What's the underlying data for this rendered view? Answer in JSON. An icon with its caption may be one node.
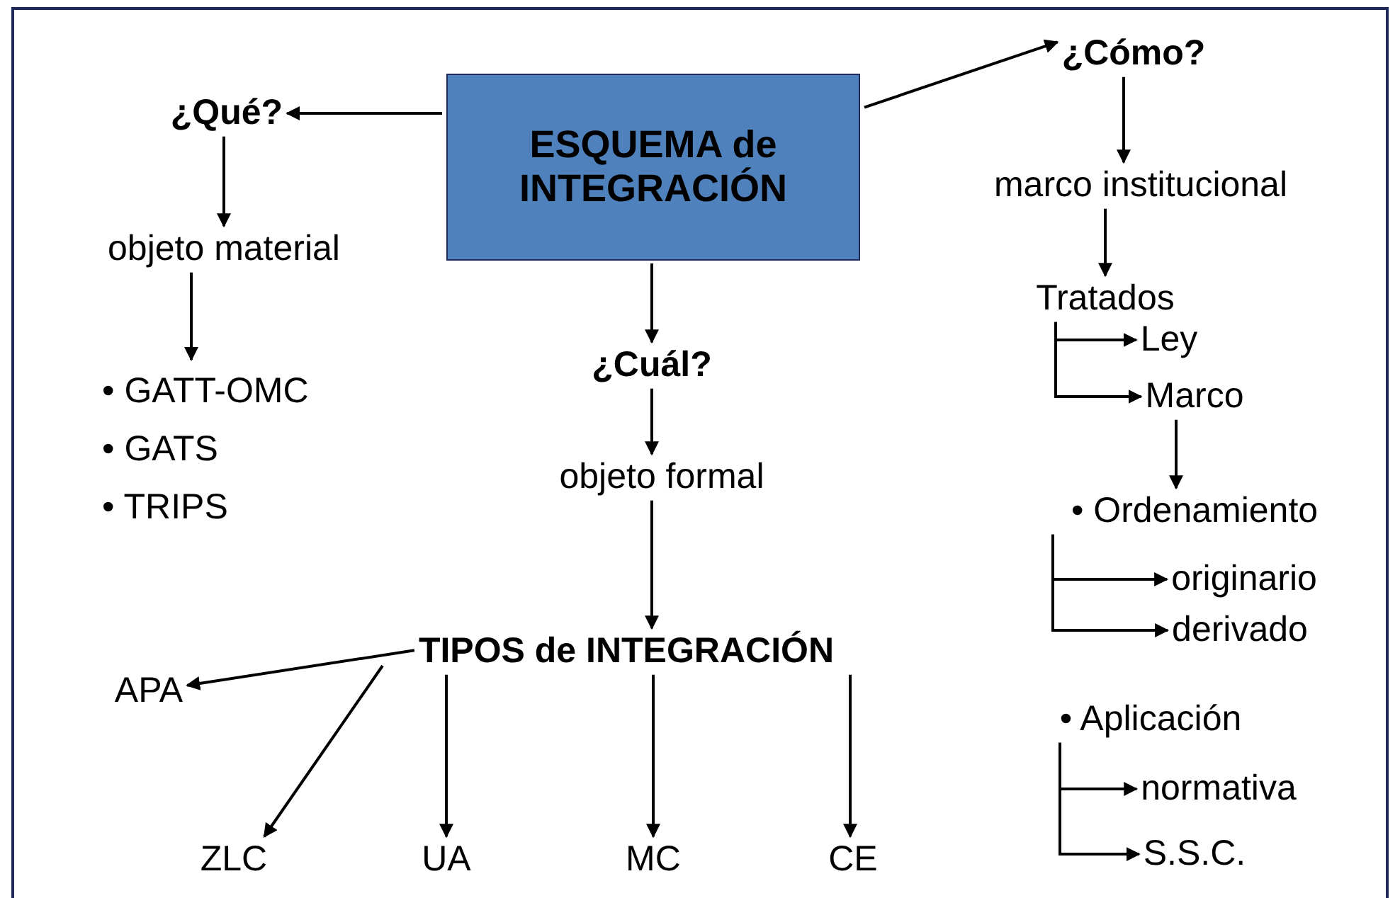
{
  "diagram": {
    "nodes": [
      {
        "text": [
          "ESQUEMA de INTEGRACIÓN"
        ]
      },
      {
        "text": [
          "¿Qué?"
        ]
      },
      {
        "text": [
          "objeto material"
        ]
      },
      {
        "text": [
          "• GATT-OMC",
          "• GATS",
          "• TRIPS"
        ]
      },
      {
        "text": [
          "¿Cuál?"
        ]
      },
      {
        "text": [
          "objeto formal"
        ]
      },
      {
        "text": [
          "TIPOS de INTEGRACIÓN"
        ]
      },
      {
        "text": [
          "APA"
        ]
      },
      {
        "text": [
          "ZLC"
        ]
      },
      {
        "text": [
          "UA"
        ]
      },
      {
        "text": [
          "MC"
        ]
      },
      {
        "text": [
          "CE"
        ]
      },
      {
        "text": [
          "¿Cómo?"
        ]
      },
      {
        "text": [
          "marco institucional"
        ]
      },
      {
        "text": [
          "Tratados"
        ]
      },
      {
        "text": [
          "Ley"
        ]
      },
      {
        "text": [
          "Marco"
        ]
      },
      {
        "text": [
          "• Ordenamiento"
        ]
      },
      {
        "text": [
          "originario"
        ]
      },
      {
        "text": [
          "derivado"
        ]
      },
      {
        "text": [
          "• Aplicación"
        ]
      },
      {
        "text": [
          "normativa"
        ]
      },
      {
        "text": [
          "S.S.C."
        ]
      }
    ],
    "edges": [
      {
        "from": 0,
        "to": 1,
        "arrow": "to"
      },
      {
        "from": 0,
        "to": 12,
        "arrow": "to"
      },
      {
        "from": 0,
        "to": 4,
        "arrow": "to"
      },
      {
        "from": 1,
        "to": 2,
        "arrow": "to"
      },
      {
        "from": 2,
        "to": 3,
        "arrow": "to"
      },
      {
        "from": 4,
        "to": 5,
        "arrow": "to"
      },
      {
        "from": 5,
        "to": 6,
        "arrow": "to"
      },
      {
        "from": 6,
        "to": 7,
        "arrow": "to"
      },
      {
        "from": 6,
        "to": 8,
        "arrow": "to"
      },
      {
        "from": 6,
        "to": 9,
        "arrow": "to"
      },
      {
        "from": 6,
        "to": 10,
        "arrow": "to"
      },
      {
        "from": 6,
        "to": 11,
        "arrow": "to"
      },
      {
        "from": 12,
        "to": 13,
        "arrow": "to"
      },
      {
        "from": 13,
        "to": 14,
        "arrow": "to"
      },
      {
        "from": 14,
        "to": 15,
        "arrow": "to"
      },
      {
        "from": 14,
        "to": 16,
        "arrow": "to"
      },
      {
        "from": 16,
        "to": 17,
        "arrow": "to"
      },
      {
        "from": 17,
        "to": 18,
        "arrow": "to"
      },
      {
        "from": 17,
        "to": 19,
        "arrow": "to"
      },
      {
        "from": 20,
        "to": 21,
        "arrow": "to"
      },
      {
        "from": 20,
        "to": 22,
        "arrow": "to"
      }
    ]
  }
}
